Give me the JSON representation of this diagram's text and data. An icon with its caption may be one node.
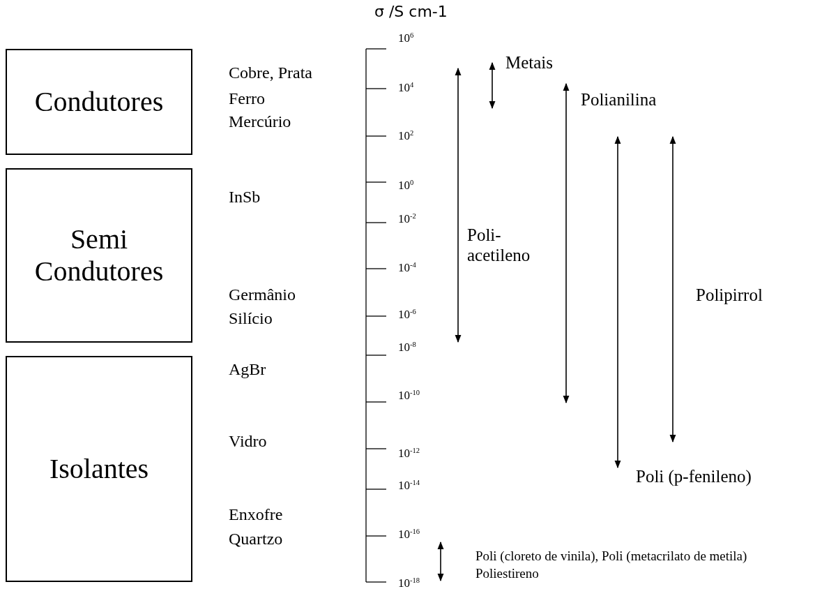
{
  "diagram": {
    "nodes": [
      {
        "text": [
          "Condutores"
        ]
      },
      {
        "text": [
          "Semi Condutores"
        ]
      },
      {
        "text": [
          "Isolantes"
        ]
      }
    ],
    "labels": [
      "σ /S cm-1",
      "Cobre, Prata",
      "Ferro",
      "Mercúrio",
      "InSb",
      "Germânio",
      "Silício",
      "AgBr",
      "Vidro",
      "Enxofre",
      "Quartzo",
      "10$^{6}$",
      "10$^{4}$",
      "10$^{2}$",
      "10$^{0}$",
      "10$^{-2}$",
      "10$^{-4}$",
      "10$^{-6}$",
      "10$^{-8}$",
      "10$^{-10}$",
      "10$^{-12}$",
      "10$^{-14}$",
      "10$^{-16}$",
      "10$^{-18}$",
      "Metais",
      "Polianilina",
      "Poli- acetileno",
      "Polipirrol",
      "Poli (p-fenileno)",
      "Poli (cloreto de vinila), Poli (metacrilato de metila)",
      "Poliestireno"
    ]
  }
}
